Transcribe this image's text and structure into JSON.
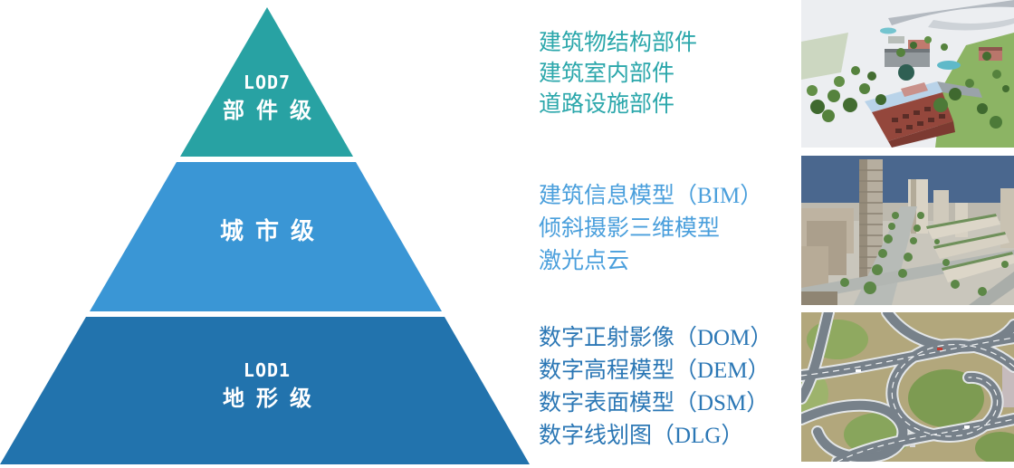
{
  "pyramid": {
    "levels": [
      {
        "code": "LOD7",
        "name": "部件级",
        "color": "#28a2a3",
        "text_color": "#ffffff"
      },
      {
        "name": "城市级",
        "color": "#3a96d5",
        "text_color": "#ffffff"
      },
      {
        "code": "LOD1",
        "name": "地形级",
        "color": "#2273ad",
        "text_color": "#ffffff"
      }
    ]
  },
  "annotations": [
    {
      "color": "#2ba7ab",
      "lines": [
        "建筑物结构部件",
        "建筑室内部件",
        "道路设施部件"
      ]
    },
    {
      "color": "#4a9fdc",
      "lines": [
        "建筑信息模型（BIM）",
        "倾斜摄影三维模型",
        "激光点云"
      ]
    },
    {
      "color": "#2b77b5",
      "lines": [
        "数字正射影像（DOM）",
        "数字高程模型（DEM）",
        "数字表面模型（DSM）",
        "数字线划图（DLG）"
      ]
    }
  ],
  "images": [
    {
      "name": "component-level-3d-building-render"
    },
    {
      "name": "city-level-oblique-photogrammetry-model"
    },
    {
      "name": "terrain-level-interchange-orthophoto"
    }
  ]
}
